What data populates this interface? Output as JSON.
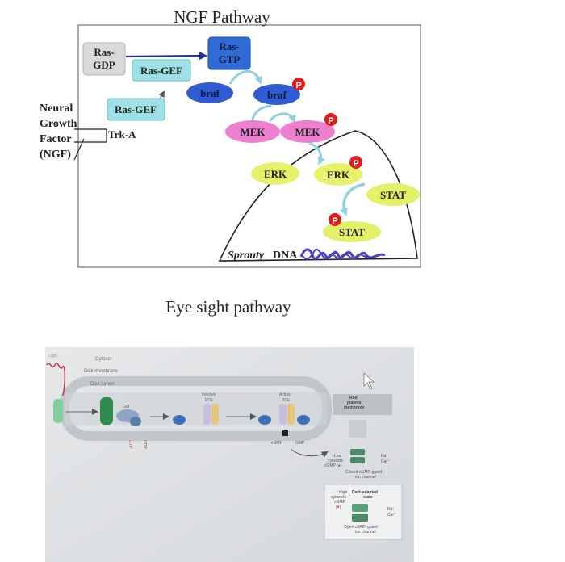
{
  "ngf": {
    "title": "NGF Pathway",
    "ligand_lines": [
      "Neural",
      "Growth",
      "Factor",
      "(NGF)"
    ],
    "receptor": "Trk-A",
    "ras_gdp_lines": [
      "Ras-",
      "GDP"
    ],
    "ras_gtp_lines": [
      "Ras-",
      "GTP"
    ],
    "ras_gef_top": "Ras-GEF",
    "ras_gef_bottom": "Ras-GEF",
    "braf": "braf",
    "braf_p": "braf",
    "mek": "MEK",
    "mek_p": "MEK",
    "erk": "ERK",
    "erk_p": "ERK",
    "stat": "STAT",
    "stat_p": "STAT",
    "phospho": "P",
    "sprouty_gene": "Sprouty",
    "dna": "DNA"
  },
  "eye": {
    "title": "Eye sight pathway",
    "labels": {
      "cytosol": "Cytosol",
      "disk_membrane": "Disk membrane",
      "disk_lumen": "Disk lumen",
      "light": "Light",
      "gat": "Gαt",
      "gtp": "GTP",
      "gdp": "GDP",
      "inactive_pde": [
        "Inactive",
        "PDE"
      ],
      "active_pde": [
        "Active",
        "PDE"
      ],
      "cgmp": "cGMP",
      "gmp": "GMP",
      "rod_membrane": [
        "Rod",
        "plasma",
        "membrane"
      ],
      "low_cgmp": [
        "Low",
        "cytosolic",
        "cGMP (●)"
      ],
      "na_ca_1": [
        "Na⁺",
        "Ca²⁺"
      ],
      "closed_channel": [
        "Closed cGMP-gated",
        "ion channel"
      ],
      "high_cgmp": [
        "High",
        "cytosolic",
        "cGMP",
        "(●)"
      ],
      "dark_adapted": [
        "Dark-adapted",
        "state"
      ],
      "na_ca_2": [
        "Na⁺",
        "Ca²⁺"
      ],
      "open_channel": [
        "Open cGMP-gated",
        "ion channel"
      ]
    }
  },
  "colors": {
    "ras_gdp": "#d9d9d9",
    "ras_gtp": "#2e6bd6",
    "ras_gef": "#9fe0e6",
    "braf": "#2f5cd3",
    "mek": "#ec7fd0",
    "erk": "#e7f26a",
    "stat": "#e4ef6a",
    "phospho": "#e21b1b",
    "arrow": "#8fd2de",
    "dna": "#4b3fc4"
  }
}
